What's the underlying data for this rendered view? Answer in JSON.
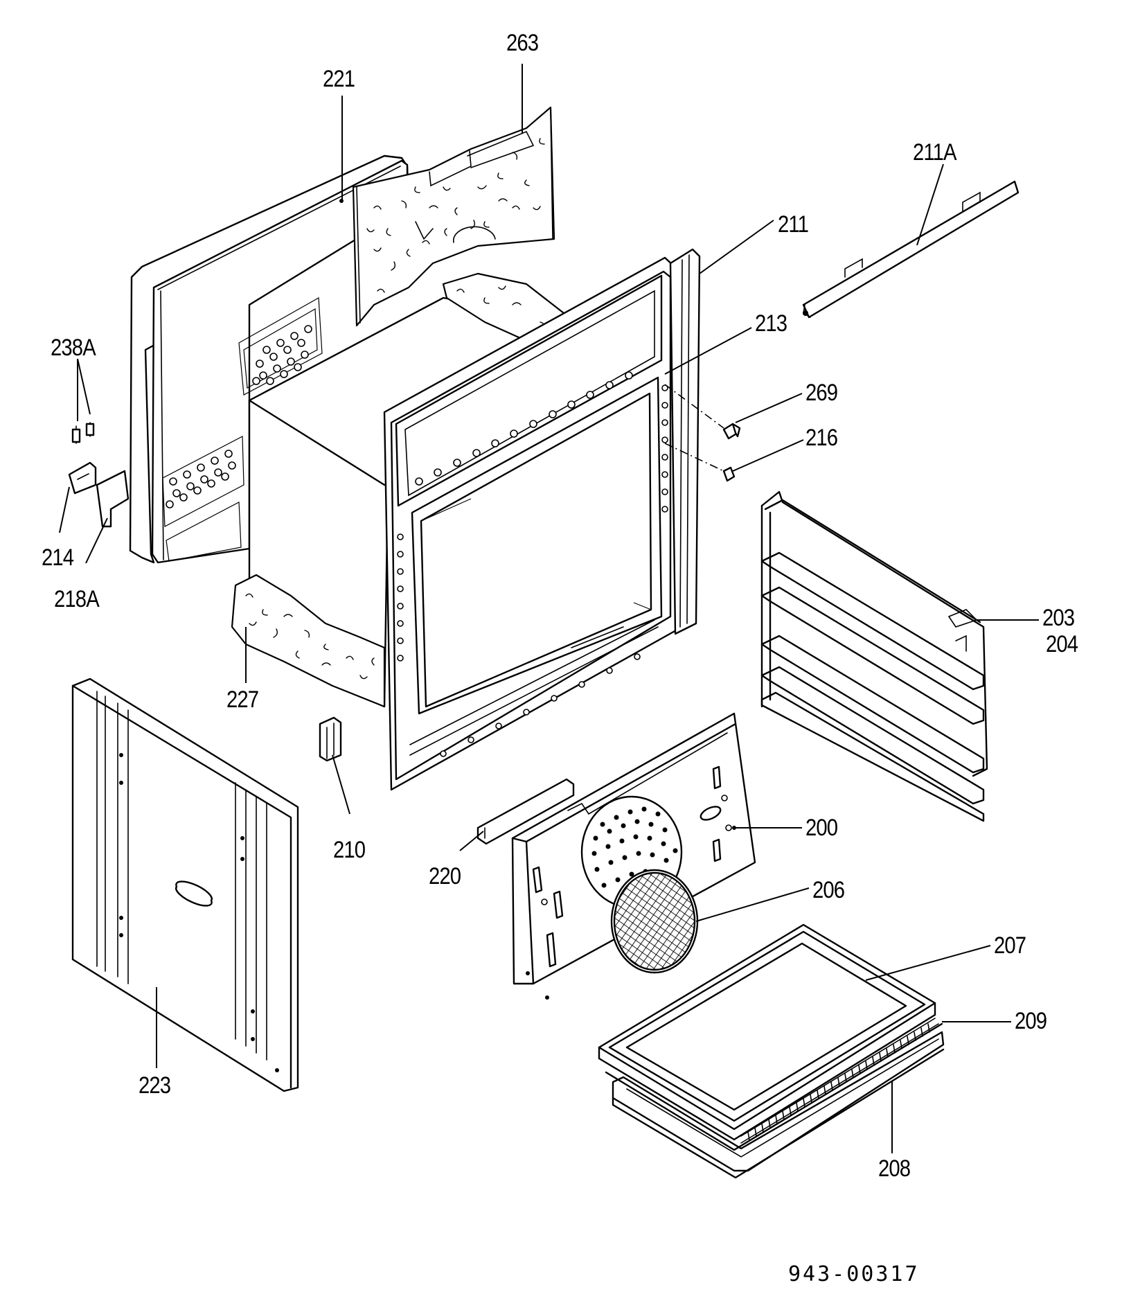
{
  "drawing_code": "943-00317",
  "callouts": [
    {
      "id": "263",
      "label": "263"
    },
    {
      "id": "221",
      "label": "221"
    },
    {
      "id": "211A",
      "label": "211A"
    },
    {
      "id": "211",
      "label": "211"
    },
    {
      "id": "213",
      "label": "213"
    },
    {
      "id": "238A",
      "label": "238A"
    },
    {
      "id": "269",
      "label": "269"
    },
    {
      "id": "216",
      "label": "216"
    },
    {
      "id": "214",
      "label": "214"
    },
    {
      "id": "218A",
      "label": "218A"
    },
    {
      "id": "203",
      "label": "203"
    },
    {
      "id": "204",
      "label": "204"
    },
    {
      "id": "227",
      "label": "227"
    },
    {
      "id": "210",
      "label": "210"
    },
    {
      "id": "200",
      "label": "200"
    },
    {
      "id": "220",
      "label": "220"
    },
    {
      "id": "206",
      "label": "206"
    },
    {
      "id": "207",
      "label": "207"
    },
    {
      "id": "209",
      "label": "209"
    },
    {
      "id": "223",
      "label": "223"
    },
    {
      "id": "208",
      "label": "208"
    }
  ]
}
